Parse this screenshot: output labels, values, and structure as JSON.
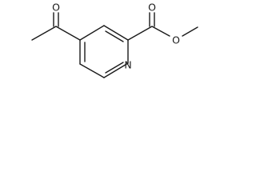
{
  "structure": {
    "atoms": {
      "ring_nitrogen": "N",
      "acetyl_oxygen": "O",
      "ester_carbonyl_oxygen": "O",
      "ester_ether_oxygen": "O"
    }
  }
}
